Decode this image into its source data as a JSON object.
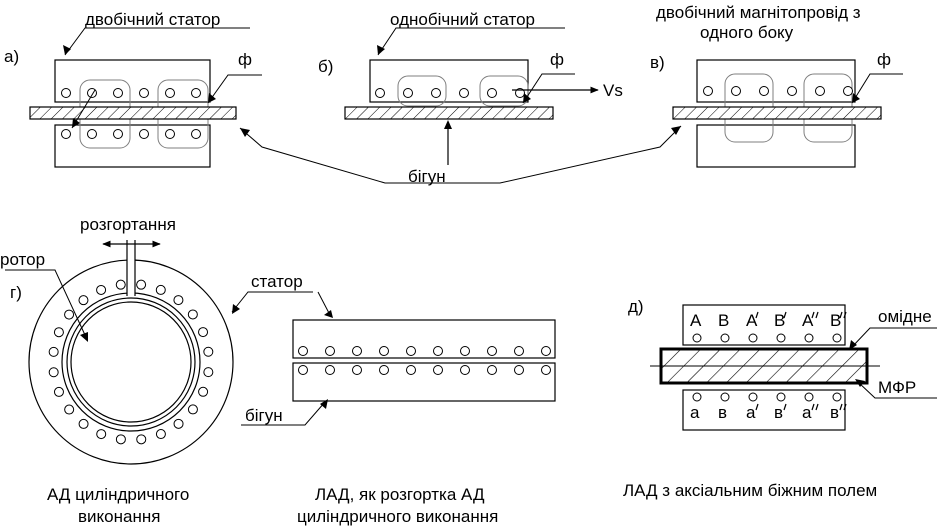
{
  "panel_a": {
    "letter": "а)",
    "stator_label": "двобічний статор",
    "flux_label": "ф"
  },
  "panel_b": {
    "letter": "б)",
    "stator_label": "однобічний статор",
    "flux_label": "ф",
    "speed_label": "Vs"
  },
  "panel_v": {
    "letter": "в)",
    "core_label_line1": "двобічний магнітопровід з",
    "core_label_line2": "одного боку",
    "flux_label": "ф"
  },
  "runner_label": "бігун",
  "panel_g": {
    "letter": "г)",
    "rotor_label": "ротор",
    "unroll_label": "розгортання",
    "stator_label": "статор",
    "caption_line1": "АД циліндричного",
    "caption_line2": "виконання"
  },
  "panel_lad": {
    "runner_label": "бігун",
    "caption_line1": "ЛАД, як розгортка АД",
    "caption_line2": "циліндричного виконання"
  },
  "panel_d": {
    "letter": "д)",
    "top_phases": [
      "А",
      "В",
      "А",
      "В",
      "А",
      "В"
    ],
    "bottom_phases": [
      "а",
      "в",
      "а",
      "в",
      "а",
      "в"
    ],
    "copper_label": "омідне",
    "mfr_label": "МФР",
    "caption": "ЛАД з аксіальним біжним полем"
  },
  "colors": {
    "line": "#000000",
    "winding_outline": "#7f7f7f",
    "background": "#ffffff"
  }
}
